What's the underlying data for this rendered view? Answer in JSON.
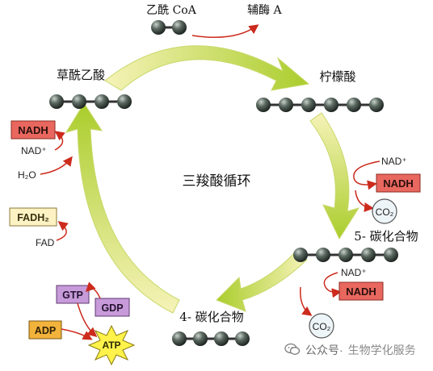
{
  "cycle": {
    "title": "三羧酸循环",
    "acetyl_coa": "乙酰 CoA",
    "coenzyme_a": "辅酶 A",
    "citrate": "柠檬酸",
    "oxaloacetate": "草酰乙酸",
    "five_carbon": "5- 碳化合物",
    "four_carbon": "4- 碳化合物"
  },
  "cofactors": {
    "nadh": "NADH",
    "nad_plus": "NAD⁺",
    "h2o": "H₂O",
    "fadh2": "FADH₂",
    "fad": "FAD",
    "gtp": "GTP",
    "gdp": "GDP",
    "adp": "ADP",
    "atp": "ATP",
    "co2": "CO₂"
  },
  "watermark": {
    "account": "公众号·",
    "brand": "生物学化服务"
  },
  "colors": {
    "arrow_green": "#b5d334",
    "arrow_light": "#f7f3b0",
    "nadh_box": "#e8675f",
    "fadh_box": "#fdf2c3",
    "gtp_box": "#c79bd9",
    "adp_box": "#f2b33c",
    "atp_star": "#fff24a",
    "bead": "#4d5a52",
    "red_arrow": "#cc2b1d"
  }
}
